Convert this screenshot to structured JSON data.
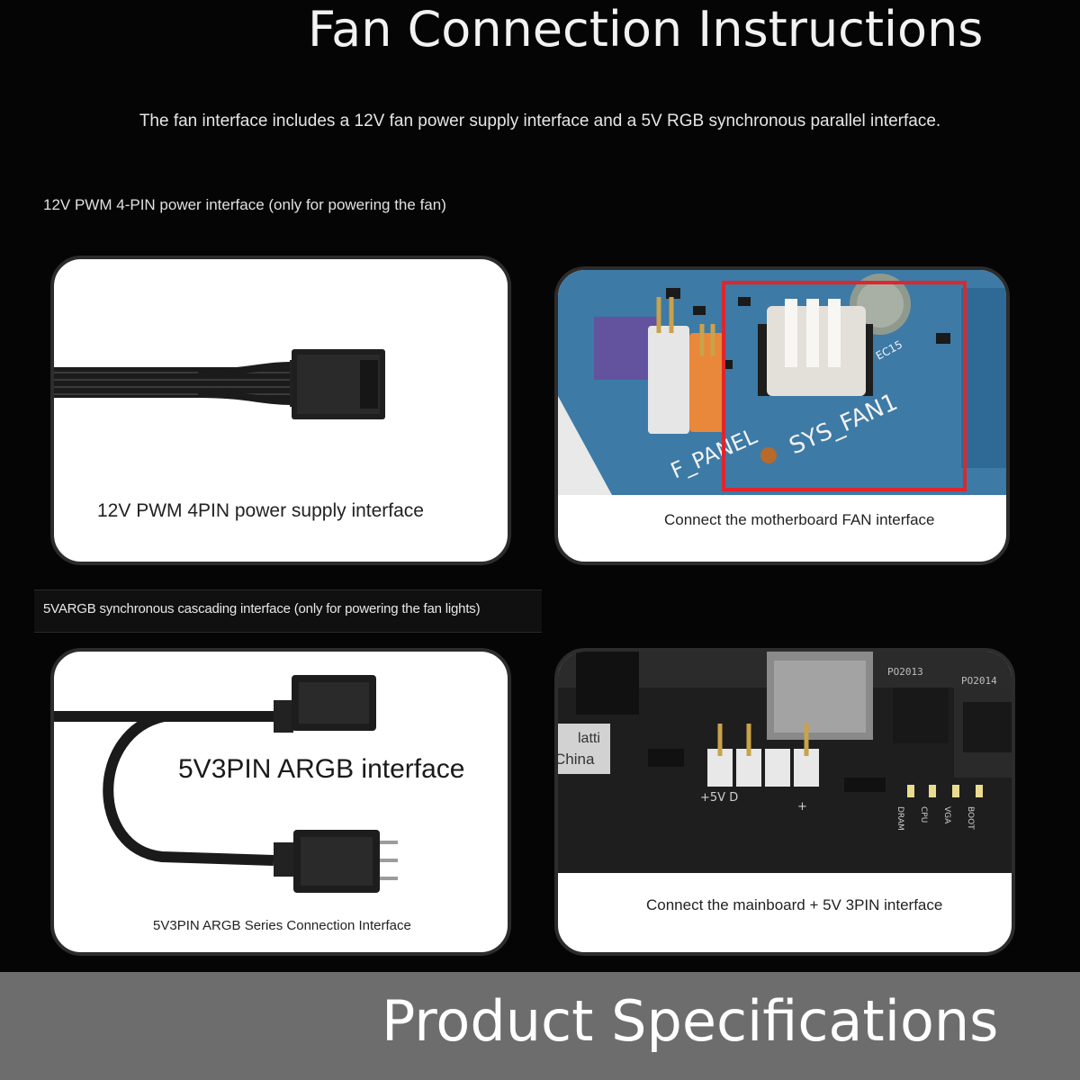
{
  "header": {
    "title": "Fan Connection Instructions",
    "subtitle": "The fan interface includes a 12V fan power supply interface and a 5V RGB synchronous parallel interface."
  },
  "section1": {
    "label": "12V PWM 4-PIN power interface (only for powering the fan)",
    "cable_card": {
      "caption": "12V PWM 4PIN power supply interface"
    },
    "board_card": {
      "caption": "Connect the motherboard FAN interface",
      "board_labels": {
        "fan_header": "SYS_FAN1",
        "panel": "F_PANEL",
        "ec": "EC15"
      },
      "highlight_color": "#e0262c"
    }
  },
  "section2": {
    "label": "5VARGB synchronous cascading interface (only for powering the fan lights)",
    "cable_card": {
      "title": "5V3PIN ARGB interface",
      "caption": "5V3PIN ARGB Series Connection Interface"
    },
    "board_card": {
      "caption": "Connect the mainboard + 5V 3PIN interface",
      "board_labels": {
        "pins": "+5V D",
        "plus": "+",
        "chip1": "PO2013",
        "chip2": "PO2014",
        "led1": "DRAM",
        "led2": "CPU",
        "led3": "VGA",
        "led4": "BOOT"
      },
      "overlay_tag": {
        "line1": "latti",
        "line2": "China"
      }
    }
  },
  "footer": {
    "title": "Product Specifications"
  },
  "colors": {
    "background": "#050505",
    "card": "#ffffff",
    "board_blue": "#3f7fae",
    "footer": "#6d6d6d"
  }
}
